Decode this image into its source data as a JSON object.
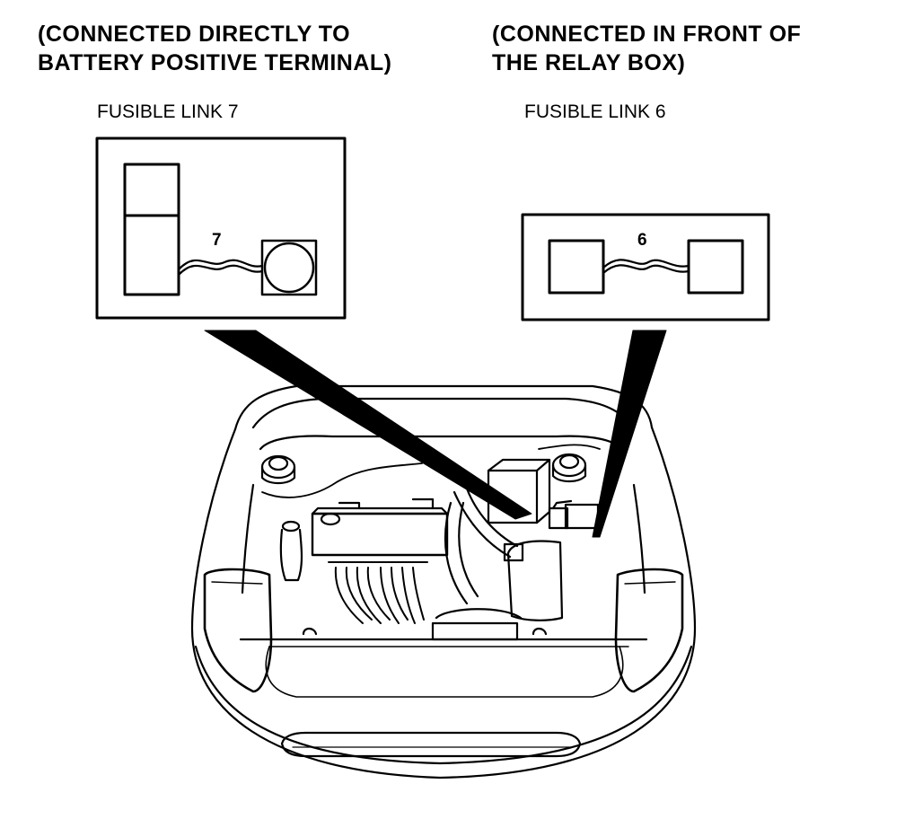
{
  "headings": {
    "left": {
      "line1": "(CONNECTED DIRECTLY TO",
      "line2": "BATTERY POSITIVE TERMINAL)"
    },
    "right": {
      "line1": "(CONNECTED IN FRONT OF",
      "line2": "THE RELAY BOX)"
    }
  },
  "callouts": {
    "link7": {
      "label": "FUSIBLE LINK 7",
      "number": "7"
    },
    "link6": {
      "label": "FUSIBLE LINK 6",
      "number": "6"
    }
  }
}
